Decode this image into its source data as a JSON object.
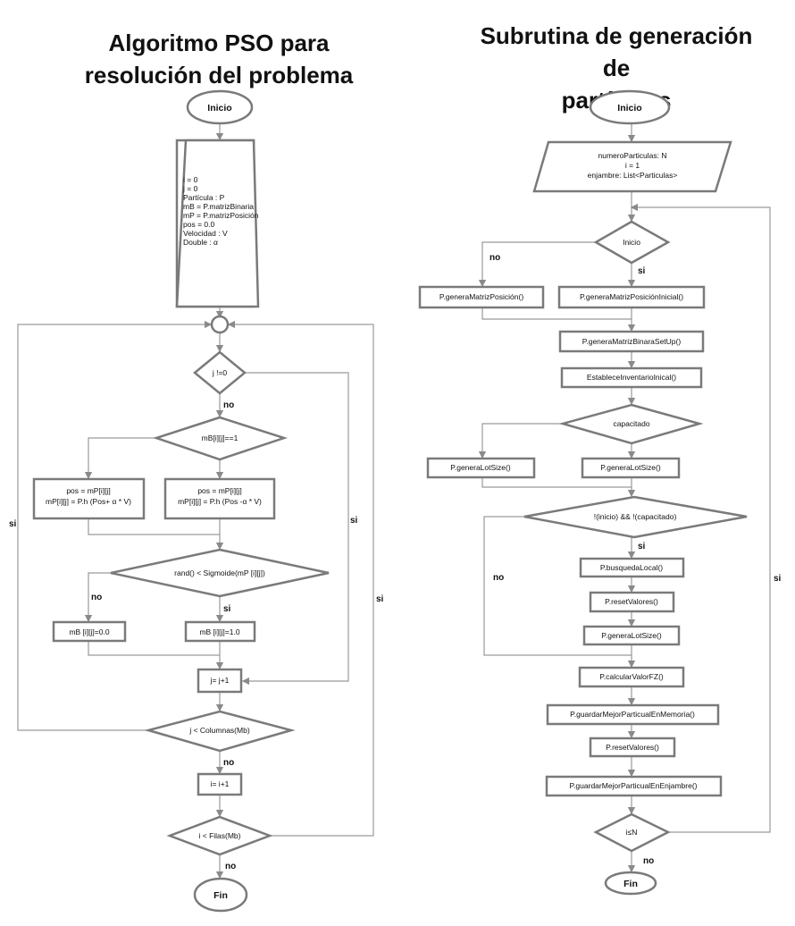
{
  "titles": {
    "left_line1": "Algoritmo PSO para",
    "left_line2": "resolución del problema",
    "right_line1": "Subrutina de generación de",
    "right_line2": "partículas"
  },
  "left": {
    "start": "Inicio",
    "init_lines": [
      "i = 0",
      "j = 0",
      "Partícula : P",
      "mB = P.matrizBinaria",
      "mP = P.matrizPosición",
      "pos = 0.0",
      "Velocidad : V",
      "Double : α"
    ],
    "dec_j": "j !=0",
    "dec_mb": "mB[i][j]==1",
    "box_pos_add_1": "pos = mP[i][j]",
    "box_pos_add_2": "mP[i][j] = P.h (Pos+ α * V)",
    "box_pos_sub_1": "pos = mP[i][j]",
    "box_pos_sub_2": "mP[i][j] = P.h (Pos -α * V)",
    "dec_rand": "rand() < Sigmoide(mP [i][j])",
    "box_mb0": "mB [i][j]=0.0",
    "box_mb1": "mB [i][j]=1.0",
    "box_jinc": "j= j+1",
    "dec_cols": "j < Columnas(Mb)",
    "box_iinc": "i= i+1",
    "dec_rows": "i < Filas(Mb)",
    "end": "Fin",
    "lbl_no_j": "no",
    "lbl_si_j": "si",
    "lbl_no_rand": "no",
    "lbl_si_rand": "si",
    "lbl_si_cols": "si",
    "lbl_no_cols": "no",
    "lbl_si_rows": "si",
    "lbl_no_rows": "no"
  },
  "right": {
    "start": "Inicio",
    "init_lines": [
      "numeroParticulas: N",
      "i = 1",
      "enjambre: List<Particulas>"
    ],
    "dec_inicio": "Inicio",
    "box_gen_pos": "P.generaMatrizPosición()",
    "box_gen_pos_ini": "P.generaMatrizPosiciónInicial()",
    "box_bin_setup": "P.generaMatrizBinaraSetUp()",
    "box_inventario": "EstableceInventarioInical()",
    "dec_capacitado": "capacitado",
    "box_lot_left": "P.generaLotSize()",
    "box_lot_right": "P.generaLotSize()",
    "dec_both": "!(inicio) && !(capacitado)",
    "box_busqueda": "P.busquedaLocal()",
    "box_reset1": "P.resetValores()",
    "box_lot3": "P.generaLotSize()",
    "box_fz": "P.calcularValorFZ()",
    "box_mem": "P.guardarMejorParticualEnMemoria()",
    "box_reset2": "P.resetValores()",
    "box_enjambre": "P.guardarMejorParticualEnEnjambre()",
    "dec_iN": "i≤N",
    "end": "Fin",
    "lbl_no_inicio": "no",
    "lbl_si_inicio": "si",
    "lbl_si_both": "si",
    "lbl_no_both": "no",
    "lbl_si_loop": "si",
    "lbl_no_end": "no"
  }
}
